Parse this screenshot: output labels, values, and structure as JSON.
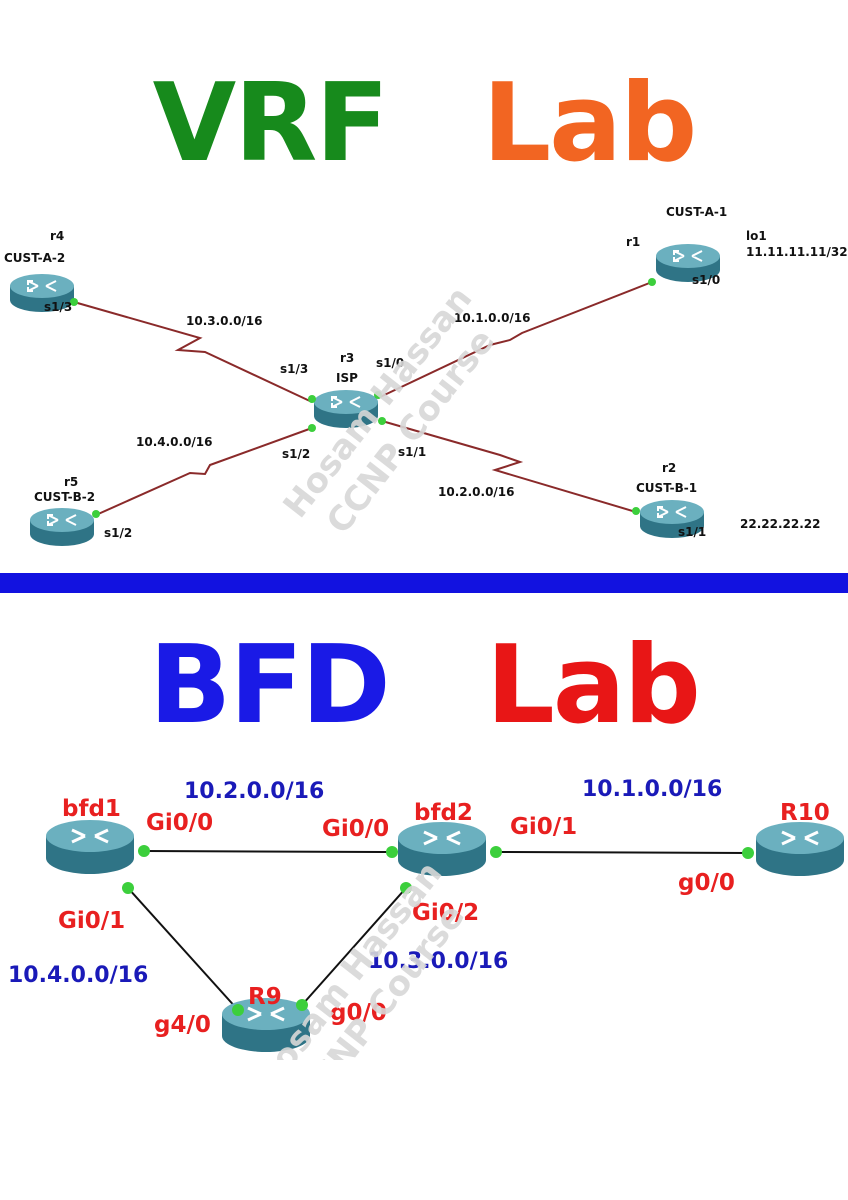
{
  "colors": {
    "vrf_word": "#178a1c",
    "vrf_lab": "#f26522",
    "bfd_word": "#1a1ae6",
    "bfd_lab": "#e81616",
    "divider": "#1212e0",
    "vrf_link": "#8a2a2a",
    "bfd_link": "#111111",
    "port_dot": "#3ccf3c",
    "router_top": "#5fa7b6",
    "router_body": "#2f7486",
    "bfd_label_red": "#e82020",
    "bfd_label_blue": "#1a1ab8",
    "watermark": "#d8d8d8"
  },
  "vrf": {
    "title_word1": "VRF",
    "title_word2": "Lab",
    "routers": {
      "r4": {
        "name": "r4",
        "role": "CUST-A-2",
        "port": "s1/3"
      },
      "r5": {
        "name": "r5",
        "role": "CUST-B-2",
        "port": "s1/2"
      },
      "r3": {
        "name": "r3",
        "role": "ISP",
        "ports": [
          "s1/3",
          "s1/0",
          "s1/2",
          "s1/1"
        ]
      },
      "r1": {
        "name": "r1",
        "role": "CUST-A-1",
        "port": "s1/0",
        "loopback_name": "lo1",
        "loopback_ip": "11.11.11.11/32"
      },
      "r2": {
        "name": "r2",
        "role": "CUST-B-1",
        "port": "s1/1",
        "loopback_ip": "22.22.22.22"
      }
    },
    "networks": {
      "n_r4": "10.3.0.0/16",
      "n_r1": "10.1.0.0/16",
      "n_r5": "10.4.0.0/16",
      "n_r2": "10.2.0.0/16"
    }
  },
  "bfd": {
    "title_word1": "BFD",
    "title_word2": "Lab",
    "routers": {
      "bfd1": {
        "name": "bfd1",
        "ports": [
          "Gi0/0",
          "Gi0/1"
        ]
      },
      "bfd2": {
        "name": "bfd2",
        "ports": [
          "Gi0/0",
          "Gi0/1",
          "Gi0/2"
        ]
      },
      "r10": {
        "name": "R10",
        "port": "g0/0"
      },
      "r9": {
        "name": "R9",
        "ports": [
          "g4/0",
          "g0/0"
        ]
      }
    },
    "networks": {
      "n_12": "10.2.0.0/16",
      "n_2r10": "10.1.0.0/16",
      "n_19": "10.4.0.0/16",
      "n_29": "10.3.0.0/16"
    }
  },
  "watermark": {
    "line1": "Hosam Hassan",
    "line2": "CCNP Course"
  }
}
